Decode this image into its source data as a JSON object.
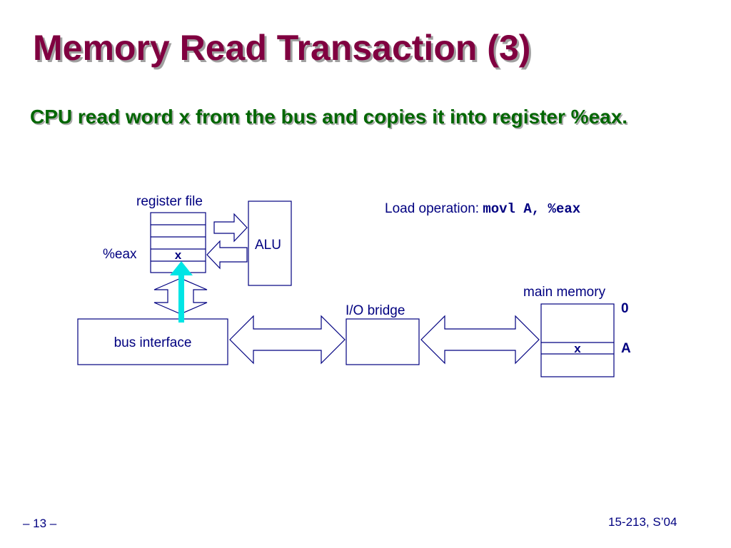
{
  "title": "Memory Read Transaction (3)",
  "bullet": {
    "line1": "CPU read word x from the bus and copies it into",
    "line2": "register %eax."
  },
  "diagram": {
    "register_file_label": "register file",
    "register_name": "%eax",
    "register_value": "x",
    "alu_label": "ALU",
    "load_operation_label": "Load operation:",
    "load_operation_code": "movl A, %eax",
    "main_memory_label": "main memory",
    "memory_address_zero": "0",
    "memory_address_a": "A",
    "memory_value": "x",
    "io_bridge_label": "I/O bridge",
    "bus_interface_label": "bus interface"
  },
  "footer": {
    "page_number": "– 13 –",
    "course": "15-213, S’04"
  },
  "colors": {
    "title": "#800040",
    "bullet": "#006600",
    "diagram_text": "#000080",
    "highlight_arrow": "#00e5e5"
  }
}
